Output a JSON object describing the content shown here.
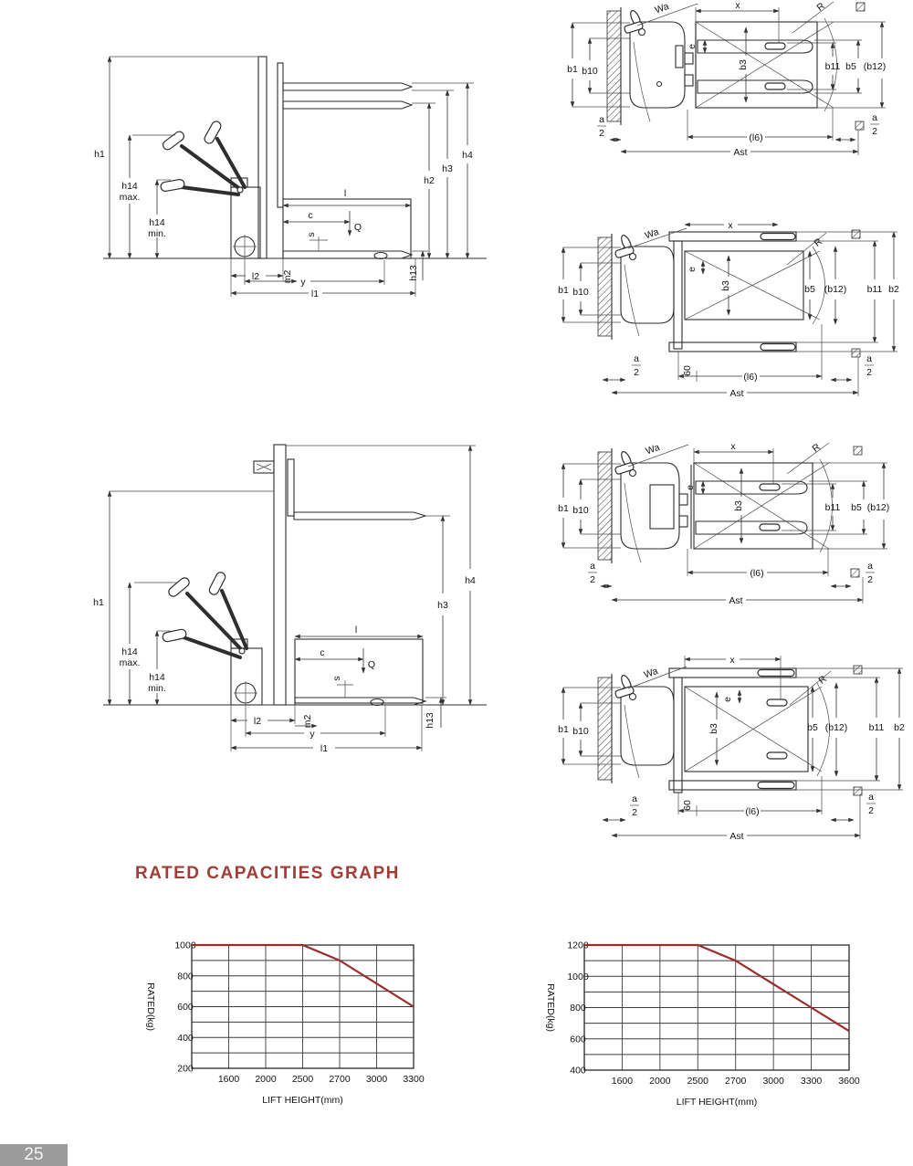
{
  "page": {
    "number": "25",
    "footer_bg": "#9b9b9b"
  },
  "heading": {
    "title": "RATED CAPACITIES GRAPH",
    "color": "#a43c36"
  },
  "dims": {
    "h1": "h1",
    "h2": "h2",
    "h3": "h3",
    "h4": "h4",
    "h13": "h13",
    "h14": "h14",
    "max": "max.",
    "min": "min.",
    "l": "l",
    "l1": "l1",
    "l2": "l2",
    "c": "c",
    "q": "Q",
    "s": "s",
    "y": "y",
    "m2": "m2",
    "wa": "Wa",
    "x": "x",
    "r": "R",
    "e": "e",
    "b1": "b1",
    "b2": "b2",
    "b3": "b3",
    "b5": "b5",
    "b10": "b10",
    "b11": "b11",
    "b12": "(b12)",
    "l6": "(l6)",
    "ast": "Ast",
    "a": "a",
    "two": "2",
    "sixty": "60"
  },
  "chart_data": [
    {
      "type": "line",
      "title": "",
      "xlabel": "LIFT HEIGHT(mm)",
      "ylabel": "RATED(kg)",
      "x_categories": [
        "",
        "1600",
        "2000",
        "2500",
        "2700",
        "3000",
        "3300"
      ],
      "y_ticks": [
        200,
        400,
        600,
        800,
        1000
      ],
      "y_grid_step": 100,
      "ylim": [
        200,
        1000
      ],
      "grid": true,
      "legend": "none",
      "series": [
        {
          "name": "rated capacity",
          "values": [
            1000,
            1000,
            1000,
            1000,
            900,
            750,
            600
          ],
          "color": "#9e2b2b"
        }
      ]
    },
    {
      "type": "line",
      "title": "",
      "xlabel": "LIFT HEIGHT(mm)",
      "ylabel": "RATED(kg)",
      "x_categories": [
        "",
        "1600",
        "2000",
        "2500",
        "2700",
        "3000",
        "3300",
        "3600"
      ],
      "y_ticks": [
        400,
        600,
        800,
        1000,
        1200
      ],
      "y_grid_step": 100,
      "ylim": [
        400,
        1200
      ],
      "grid": true,
      "legend": "none",
      "series": [
        {
          "name": "rated capacity",
          "values": [
            1200,
            1200,
            1200,
            1200,
            1100,
            950,
            800,
            650
          ],
          "color": "#9e2b2b"
        }
      ]
    }
  ]
}
